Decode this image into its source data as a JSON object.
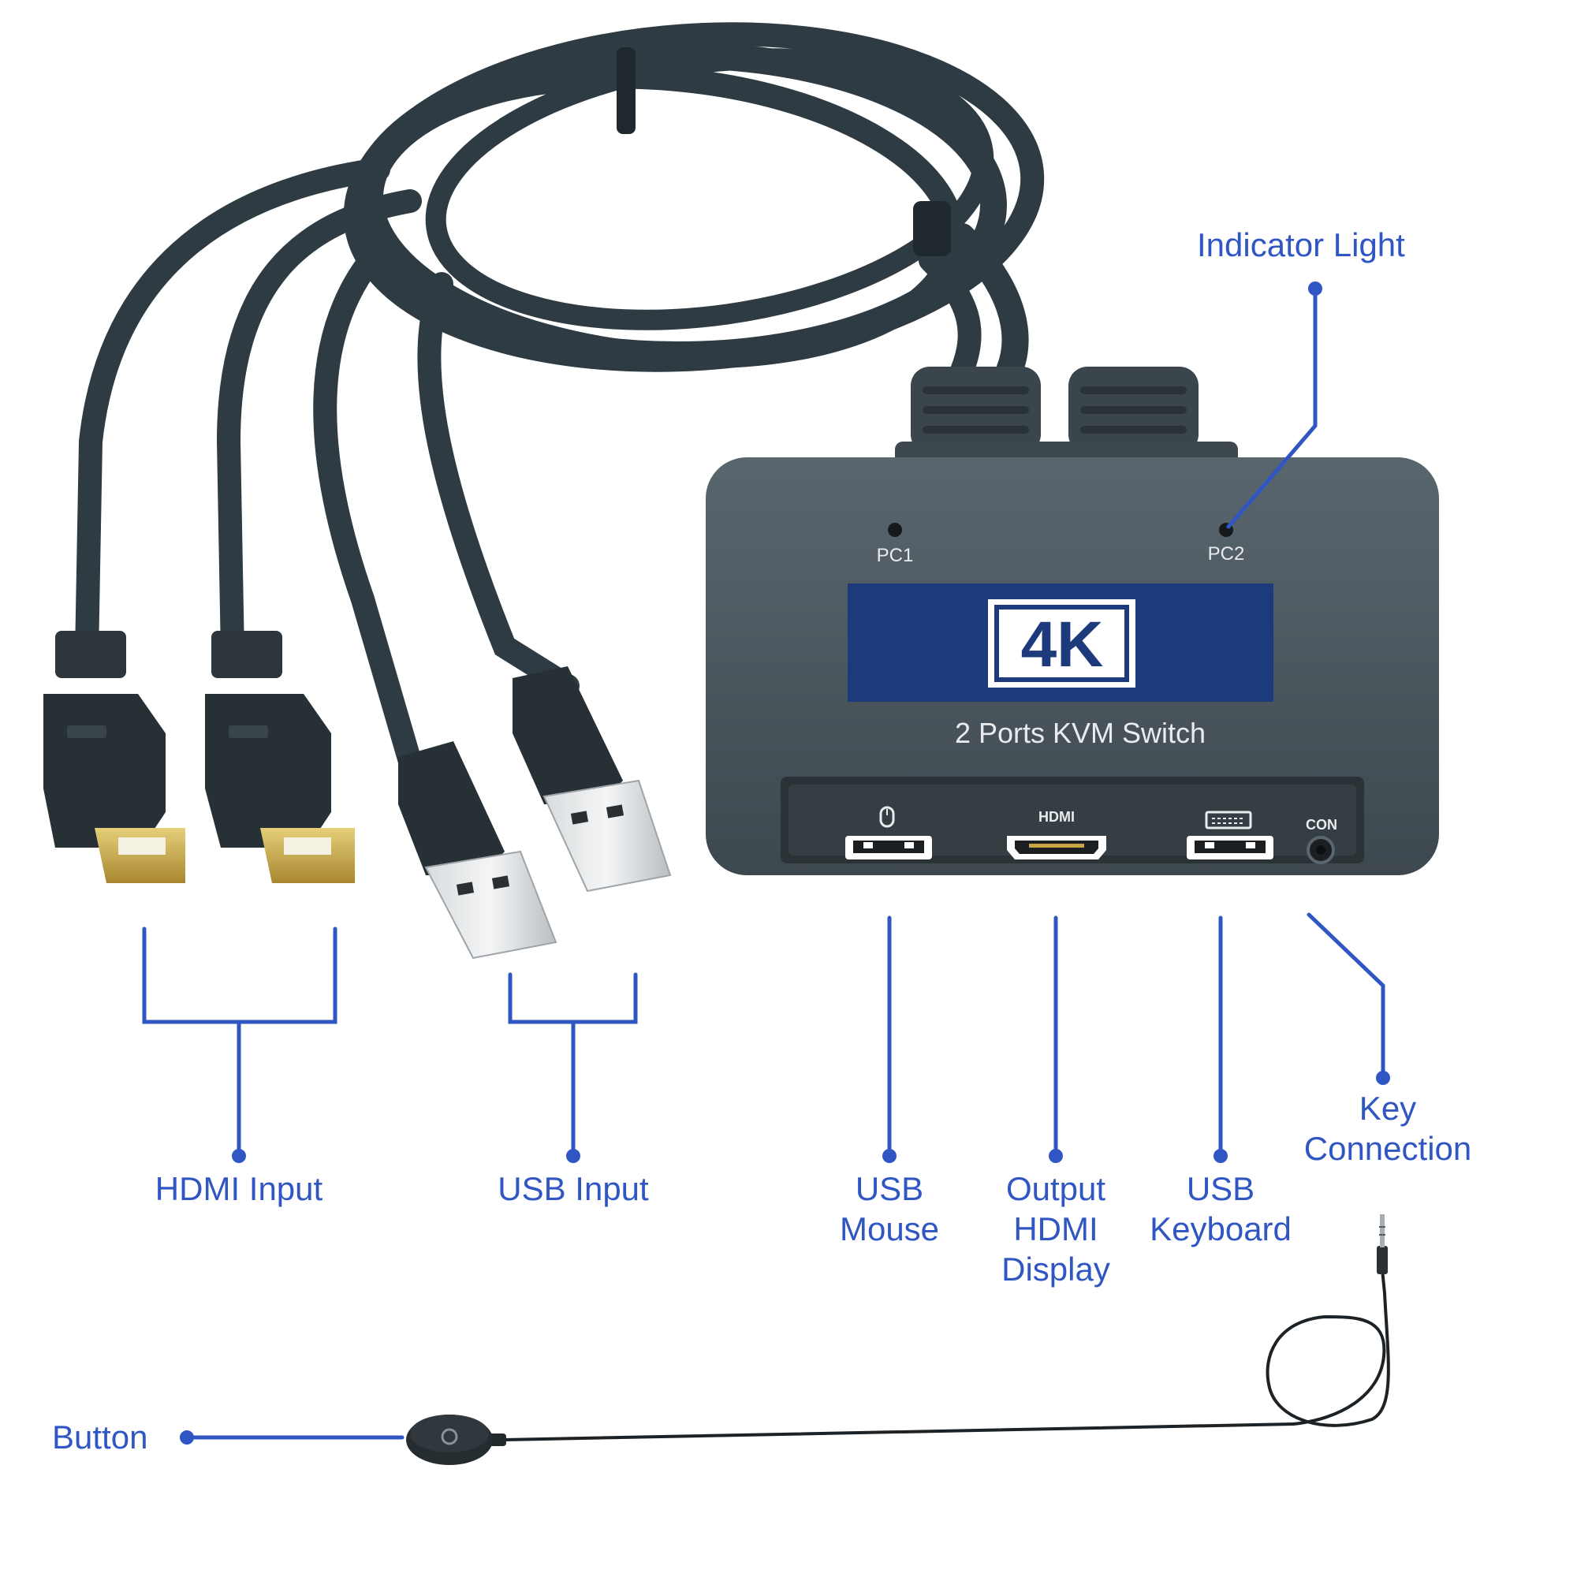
{
  "colors": {
    "callout": "#2f56c2",
    "cable": "#2f3b42",
    "device_body": "#48545c",
    "badge_panel": "#1c3a7c"
  },
  "device": {
    "led_left": "PC1",
    "led_right": "PC2",
    "badge": "4K",
    "title": "2 Ports KVM Switch",
    "port_hdmi": "HDMI",
    "port_con": "CON",
    "mouse_port_icon": "mouse-icon",
    "keyboard_port_icon": "keyboard-icon"
  },
  "callouts": {
    "indicator_light": "Indicator Light",
    "hdmi_input": "HDMI Input",
    "usb_input": "USB Input",
    "usb_mouse": [
      "USB",
      "Mouse"
    ],
    "output_hdmi": [
      "Output",
      "HDMI",
      "Display"
    ],
    "usb_keyboard": [
      "USB",
      "Keyboard"
    ],
    "key_connection": [
      "Key",
      "Connection"
    ],
    "button": "Button"
  }
}
